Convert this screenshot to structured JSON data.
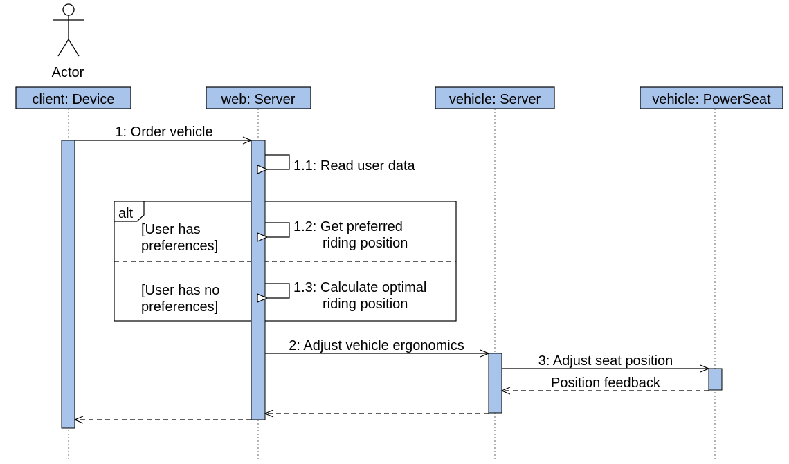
{
  "diagram": {
    "actor": {
      "label": "Actor"
    },
    "participants": [
      {
        "id": "client",
        "label": "client: Device"
      },
      {
        "id": "web",
        "label": "web: Server"
      },
      {
        "id": "vserver",
        "label": "vehicle: Server"
      },
      {
        "id": "seat",
        "label": "vehicle: PowerSeat"
      }
    ],
    "messages": {
      "m1": "1: Order vehicle",
      "m11": "1.1: Read user data",
      "m12_line1": "1.2: Get preferred",
      "m12_line2": "riding position",
      "m13_line1": "1.3: Calculate optimal",
      "m13_line2": "riding position",
      "m2": "2: Adjust vehicle ergonomics",
      "m3": "3: Adjust seat position",
      "r_seat": "Position feedback"
    },
    "fragment": {
      "operator": "alt",
      "guard1_line1": "[User has",
      "guard1_line2": "preferences]",
      "guard2_line1": "[User has no",
      "guard2_line2": "preferences]"
    }
  }
}
